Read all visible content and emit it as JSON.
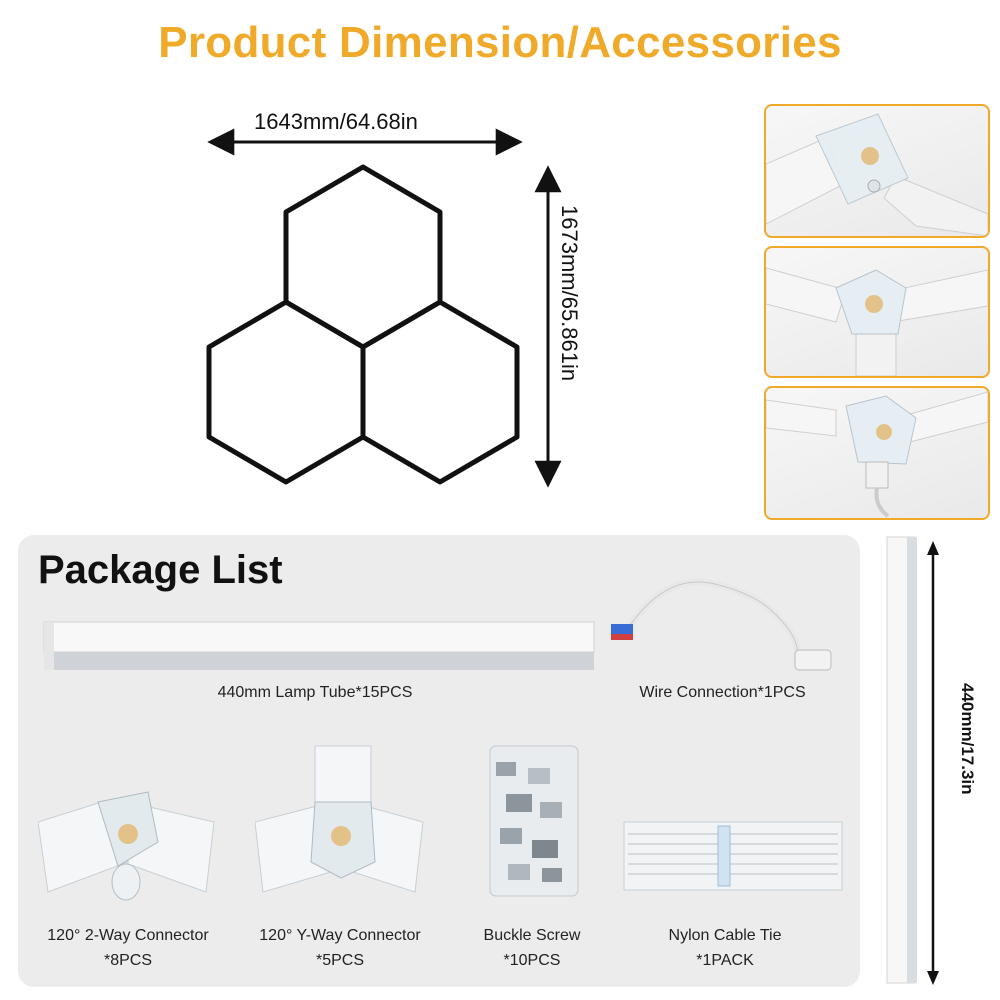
{
  "title": "Product Dimension/Accessories",
  "dimensions": {
    "width_label": "1643mm/64.68in",
    "height_label": "1673mm/65.861in",
    "tube_length_label": "440mm/17.3in"
  },
  "package": {
    "title": "Package List",
    "items": [
      {
        "name": "440mm Lamp Tube*15PCS"
      },
      {
        "name": "Wire Connection*1PCS"
      },
      {
        "name": "120° 2-Way Connector",
        "qty": "*8PCS"
      },
      {
        "name": "120° Y-Way Connector",
        "qty": "*5PCS"
      },
      {
        "name": "Buckle Screw",
        "qty": "*10PCS"
      },
      {
        "name": "Nylon Cable Tie",
        "qty": "*1PACK"
      }
    ]
  },
  "colors": {
    "accent": "#f0aa2a",
    "panel": "#ececec",
    "outline": "#111111"
  }
}
